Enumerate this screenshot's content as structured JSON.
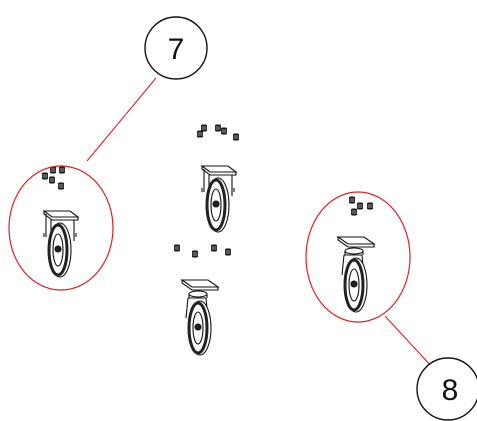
{
  "callouts": [
    {
      "id": "7",
      "label": "7"
    },
    {
      "id": "8",
      "label": "8"
    }
  ],
  "colors": {
    "leader_line": "#e02020",
    "ellipse": "#e02020",
    "ink": "#111111",
    "background": "#ffffff"
  }
}
